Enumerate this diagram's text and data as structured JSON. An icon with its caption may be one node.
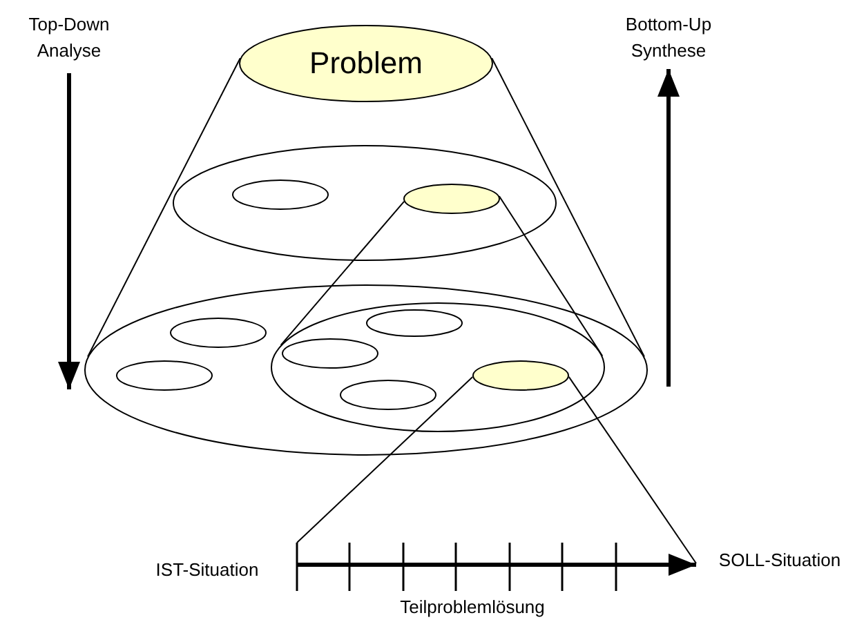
{
  "diagram": {
    "nodes": [
      {
        "text": [
          "Problem"
        ]
      },
      {
        "text": [],
        "shape": "ellipse"
      },
      {
        "text": [],
        "shape": "ellipse",
        "in": 1
      },
      {
        "text": [],
        "shape": "ellipse",
        "in": 1
      },
      {
        "text": [],
        "shape": "ellipse"
      },
      {
        "text": [],
        "shape": "ellipse",
        "in": 4
      },
      {
        "text": [],
        "shape": "ellipse",
        "in": 4
      },
      {
        "text": [],
        "shape": "ellipse",
        "in": 4
      },
      {
        "text": [],
        "shape": "ellipse",
        "in": 7
      },
      {
        "text": [],
        "shape": "ellipse",
        "in": 7
      },
      {
        "text": [],
        "shape": "ellipse",
        "in": 7
      },
      {
        "text": [],
        "shape": "ellipse",
        "in": 7
      },
      {
        "text": [
          "IST-Situation"
        ]
      },
      {
        "text": [
          "SOLL-Situation"
        ]
      }
    ],
    "edges": [
      {
        "from": 0,
        "to": 4,
        "arrow": "none"
      },
      {
        "from": 0,
        "to": 4,
        "arrow": "none"
      },
      {
        "from": 3,
        "to": 7,
        "arrow": "none"
      },
      {
        "from": 3,
        "to": 7,
        "arrow": "none"
      },
      {
        "from": 11,
        "to": 12,
        "arrow": "none"
      },
      {
        "from": 11,
        "to": 13,
        "arrow": "none"
      },
      {
        "from": 12,
        "to": 13,
        "arrow": "to",
        "style": "thick"
      }
    ],
    "labels": [
      "Top-Down Analyse",
      "Bottom-Up Synthese",
      "Teilproblemlösung"
    ]
  }
}
